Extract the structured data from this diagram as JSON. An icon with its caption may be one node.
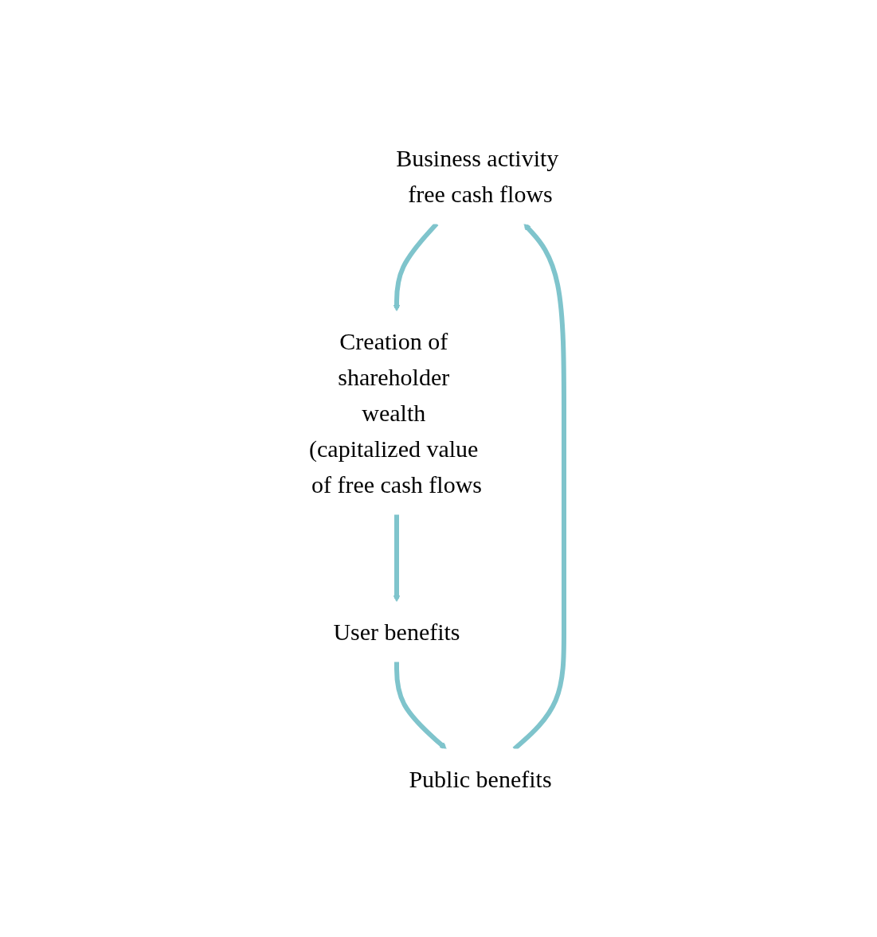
{
  "diagram": {
    "nodes": [
      {
        "text": [
          "Business activity free cash flows"
        ]
      },
      {
        "text": [
          "Creation of shareholder wealth (capitalized value of free cash flows"
        ]
      },
      {
        "text": [
          "User benefits"
        ]
      },
      {
        "text": [
          "Public benefits"
        ]
      }
    ],
    "edges": [
      {
        "from": 0,
        "to": 1,
        "arrow": "to"
      },
      {
        "from": 1,
        "to": 2,
        "arrow": "to"
      },
      {
        "from": 2,
        "to": 3,
        "arrow": "to"
      },
      {
        "from": 3,
        "to": 0,
        "arrow": "to"
      }
    ]
  }
}
